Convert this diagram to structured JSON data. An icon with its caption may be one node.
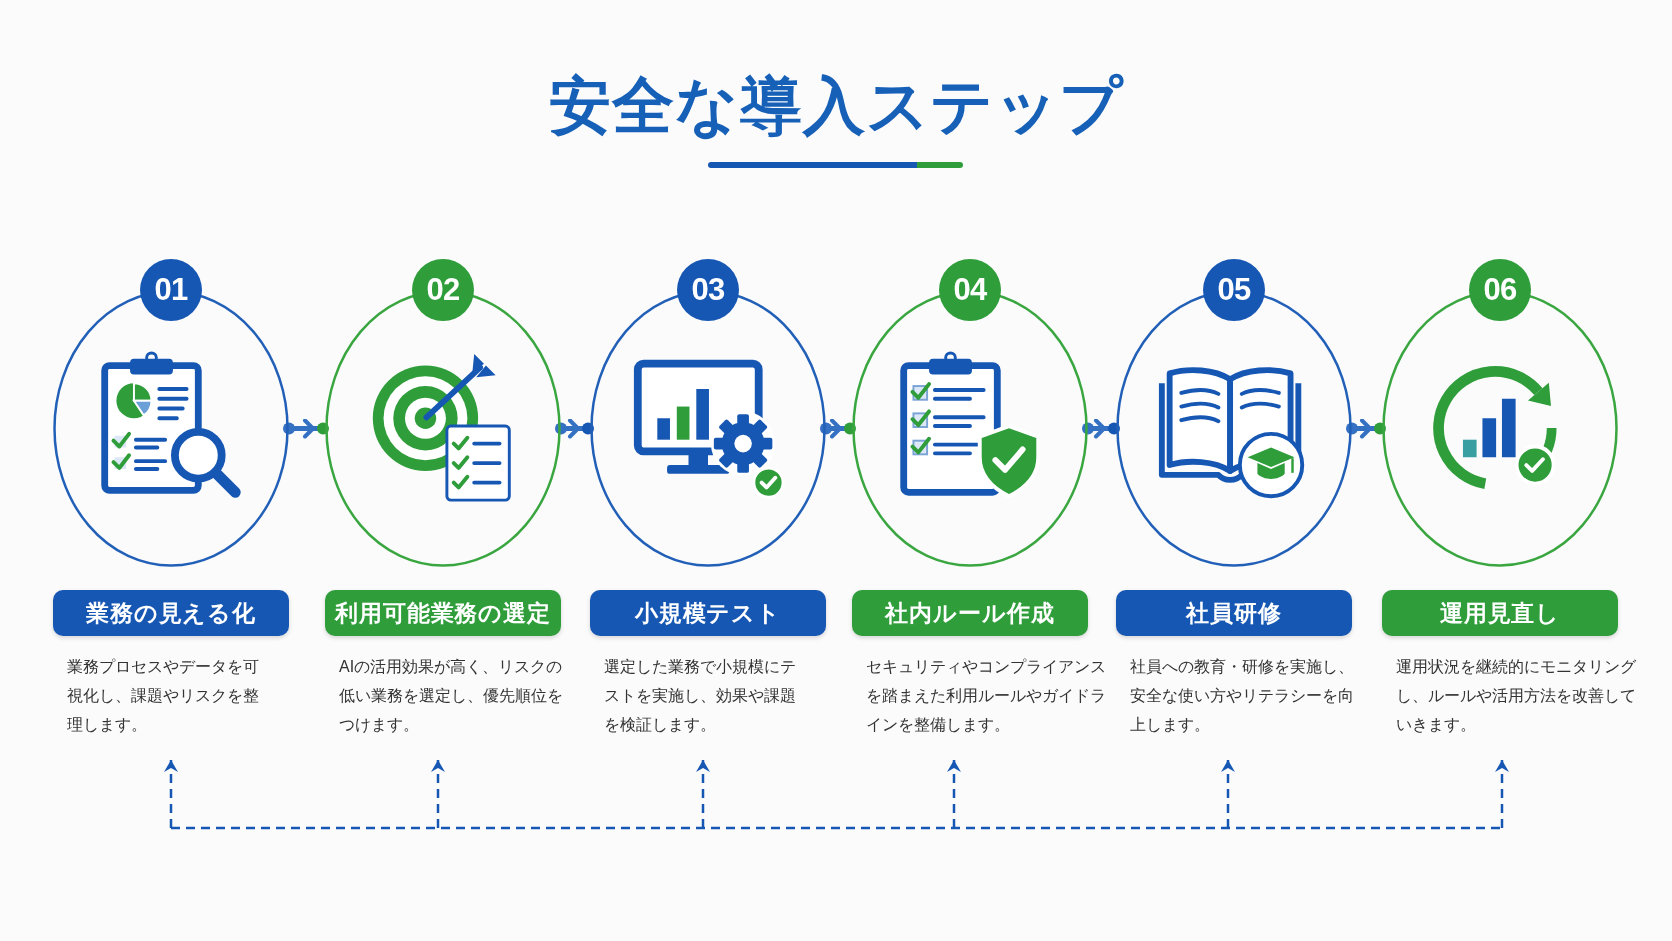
{
  "diagram": {
    "title": "安全な導入ステップ",
    "nodes": [
      {
        "text": [
          "01"
        ]
      },
      {
        "text": [
          "業務の見える化"
        ]
      },
      {
        "text": [
          "業務プロセスやデータを可視化し、課題やリスクを整理します。"
        ]
      },
      {
        "text": [
          "02"
        ]
      },
      {
        "text": [
          "利用可能業務の選定"
        ]
      },
      {
        "text": [
          "AIの活用効果が高く、リスクの低い業務を選定し、優先順位をつけます。"
        ]
      },
      {
        "text": [
          "03"
        ]
      },
      {
        "text": [
          "小規模テスト"
        ]
      },
      {
        "text": [
          "選定した業務で小規模にテストを実施し、効果や課題を検証します。"
        ]
      },
      {
        "text": [
          "04"
        ]
      },
      {
        "text": [
          "社内ルール作成"
        ]
      },
      {
        "text": [
          "セキュリティやコンプライアンスを踏まえた利用ルールやガイドラインを整備します。"
        ]
      },
      {
        "text": [
          "05"
        ]
      },
      {
        "text": [
          "社員研修"
        ]
      },
      {
        "text": [
          "社員への教育・研修を実施し、安全な使い方やリテラシーを向上します。"
        ]
      },
      {
        "text": [
          "06"
        ]
      },
      {
        "text": [
          "運用見直し"
        ]
      },
      {
        "text": [
          "運用状況を継続的にモニタリングし、ルールや活用方法を改善していきます。"
        ]
      }
    ],
    "edges": [
      {
        "from": 0,
        "to": 3,
        "arrow": "to"
      },
      {
        "from": 3,
        "to": 6,
        "arrow": "to"
      },
      {
        "from": 6,
        "to": 9,
        "arrow": "to"
      },
      {
        "from": 9,
        "to": 12,
        "arrow": "to"
      },
      {
        "from": 12,
        "to": 15,
        "arrow": "to"
      },
      {
        "from": null,
        "to": 2,
        "arrow": "to",
        "style": "dashed"
      },
      {
        "from": null,
        "to": 5,
        "arrow": "to",
        "style": "dashed"
      },
      {
        "from": null,
        "to": 8,
        "arrow": "to",
        "style": "dashed"
      },
      {
        "from": null,
        "to": 11,
        "arrow": "to",
        "style": "dashed"
      },
      {
        "from": null,
        "to": 14,
        "arrow": "to",
        "style": "dashed"
      },
      {
        "from": null,
        "to": 17,
        "arrow": "to",
        "style": "dashed"
      }
    ]
  }
}
